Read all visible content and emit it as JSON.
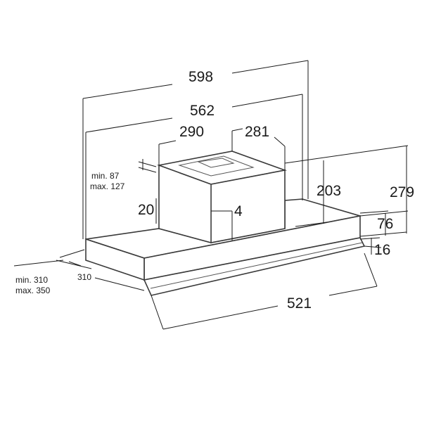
{
  "dimensions": {
    "overall_width": "598",
    "inner_width": "562",
    "motor_left": "290",
    "motor_right": "281",
    "motor_height": "203",
    "total_height": "279",
    "canopy_front_height": "76",
    "filter_height": "16",
    "motor_offset": "20",
    "bracket": "4",
    "depth": "310",
    "front_width": "521"
  },
  "notes": {
    "motor_min": "min. 87",
    "motor_max": "max. 127",
    "depth_min": "min. 310",
    "depth_max": "max. 350"
  }
}
